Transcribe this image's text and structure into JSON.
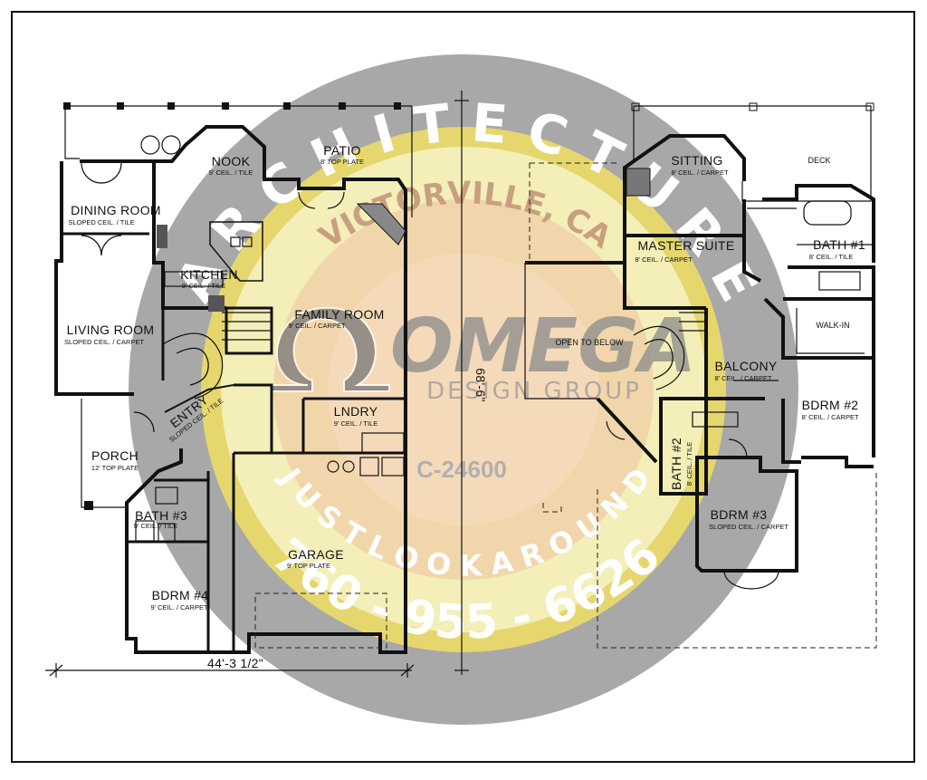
{
  "plan": {
    "first_floor": {
      "rooms": [
        {
          "name": "NOOK",
          "detail": "9' CEIL. / TILE"
        },
        {
          "name": "PATIO",
          "detail": "8' TOP PLATE"
        },
        {
          "name": "DINING ROOM",
          "detail": "SLOPED CEIL. / TILE"
        },
        {
          "name": "KITCHEN",
          "detail": "9' CEIL. / TILE"
        },
        {
          "name": "FAMILY ROOM",
          "detail": "9' CEIL. / CARPET"
        },
        {
          "name": "LIVING ROOM",
          "detail": "SLOPED CEIL. / CARPET"
        },
        {
          "name": "ENTRY",
          "detail": "SLOPED CEIL. / TILE"
        },
        {
          "name": "LNDRY",
          "detail": "9' CEIL. / TILE"
        },
        {
          "name": "PORCH",
          "detail": "12' TOP PLATE"
        },
        {
          "name": "BATH #3",
          "detail": "9' CEIL. / TILE"
        },
        {
          "name": "GARAGE",
          "detail": "9' TOP PLATE"
        },
        {
          "name": "BDRM #4",
          "detail": "9' CEIL. / CARPET"
        }
      ],
      "width_dimension": "44'-3 1/2\"",
      "depth_dimension": "68'-6\""
    },
    "second_floor": {
      "rooms": [
        {
          "name": "SITTING",
          "detail": "8' CEIL. / CARPET"
        },
        {
          "name": "DECK",
          "detail": ""
        },
        {
          "name": "MASTER SUITE",
          "detail": "8' CEIL. / CARPET"
        },
        {
          "name": "BATH #1",
          "detail": "8' CEIL. / TILE"
        },
        {
          "name": "OPEN TO BELOW",
          "detail": ""
        },
        {
          "name": "WALK-IN",
          "detail": ""
        },
        {
          "name": "BALCONY",
          "detail": "8' CEIL. / CARPET"
        },
        {
          "name": "BDRM #2",
          "detail": "8' CEIL. / CARPET"
        },
        {
          "name": "BATH #2",
          "detail": "8' CEIL. / TILE"
        },
        {
          "name": "BDRM #3",
          "detail": "SLOPED CEIL. / CARPET"
        }
      ]
    }
  },
  "watermark": {
    "arc_top": "ARCHITECTURE",
    "city": "VICTORVILLE, CA",
    "brand": "OMEGA",
    "brand_sub": "DESIGN GROUP",
    "plan_code": "C-24600",
    "tagline": "JUST LOOK AROUND",
    "phone": "760 - 955 - 6626"
  },
  "colors": {
    "seal_outer": "#9e9e9e",
    "seal_ring": "#e8d96a",
    "seal_inner": "#f4eeb8",
    "seal_center": "#f0cfa8",
    "wall": "#111111"
  }
}
